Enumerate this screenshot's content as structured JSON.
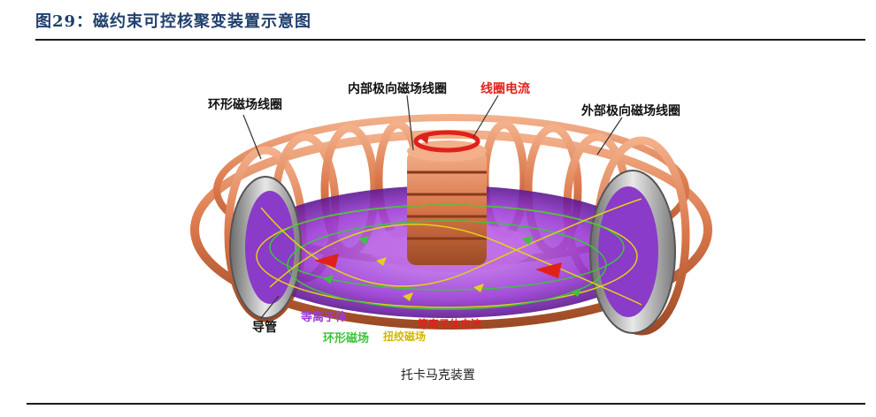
{
  "figure_title": "图29：磁约束可控核聚变装置示意图",
  "caption": "托卡马克装置",
  "labels": {
    "toroidal_coil": "环形磁场线圈",
    "inner_poloidal_coil": "内部极向磁场线圈",
    "coil_current": "线圈电流",
    "outer_poloidal_coil": "外部极向磁场线圈",
    "vessel": "导管",
    "plasma": "等离子体",
    "toroidal_field": "环形磁场",
    "twisted_field": "扭绞磁场",
    "plasma_current": "等离子体电流"
  },
  "colors": {
    "title": "#1f3f6e",
    "copper": "#d9764a",
    "plasma": "#9b3bd6",
    "current_red": "#e0211b",
    "field_green": "#3cc43c",
    "field_yellow": "#e0d21a"
  }
}
